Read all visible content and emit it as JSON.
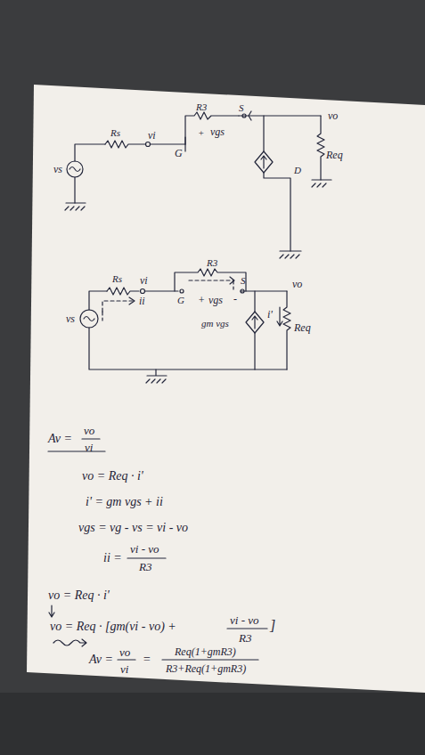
{
  "diagram": {
    "labels": [
      "vs",
      "Rs",
      "vi",
      "R3",
      "S",
      "vo",
      "+",
      "vgs",
      "G",
      "D",
      "Req",
      "vs",
      "Rs",
      "vi",
      "R3",
      "G",
      "S",
      "+",
      "vgs",
      "-",
      "ii",
      "vo",
      "i'",
      "gm vgs",
      "Req",
      "Av =",
      "vo",
      "vi",
      "vo = Req · i'",
      "i' = gm vgs + ii",
      "vgs = vg - vs = vi - vo",
      "ii =",
      "vi - vo",
      "R3",
      "vo = Req · i'",
      "vo = Req · [gm(vi - vo) +",
      "vi - vo",
      "R3",
      "]",
      "Av =",
      "vo",
      "vi",
      "=",
      "Req(1+gmR3)",
      "R3+Req(1+gmR3)"
    ]
  }
}
